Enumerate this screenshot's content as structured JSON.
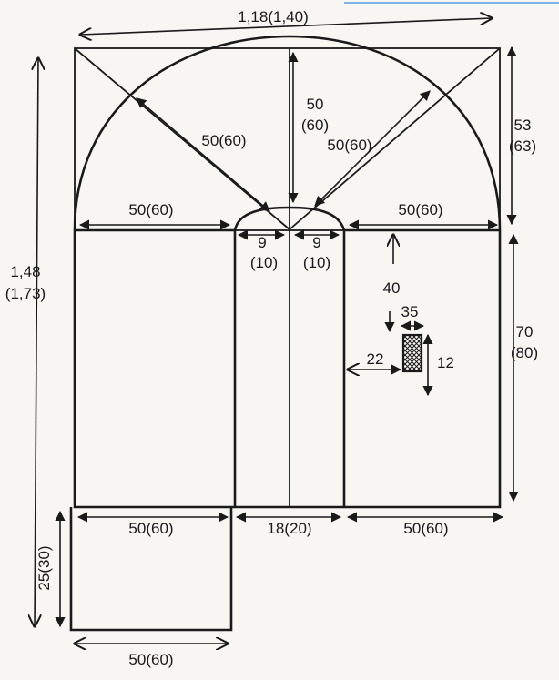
{
  "labels": {
    "total_width": "1,18(1,40)",
    "total_height_a": "1,48",
    "total_height_b": "(1,73)",
    "arch_radius_left": "50(60)",
    "arch_radius_center_a": "50",
    "arch_radius_center_b": "(60)",
    "arch_radius_right": "50(60)",
    "arch_height_a": "53",
    "arch_height_b": "(63)",
    "top_left_width": "50(60)",
    "top_right_width": "50(60)",
    "small_arc_left_a": "9",
    "small_arc_left_b": "(10)",
    "small_arc_right_a": "9",
    "small_arc_right_b": "(10)",
    "pocket_top": "40",
    "pocket_width": "35",
    "pocket_height": "12",
    "pocket_side": "22",
    "side_height_a": "70",
    "side_height_b": "(80)",
    "bottom_left_width": "50(60)",
    "bottom_center_width": "18(20)",
    "bottom_right_width": "50(60)",
    "flap_height": "25(30)",
    "flap_width": "50(60)"
  },
  "colors": {
    "line": "#1a1a1a",
    "paper": "#f7f6f2",
    "accent": "#7fb4e6"
  }
}
